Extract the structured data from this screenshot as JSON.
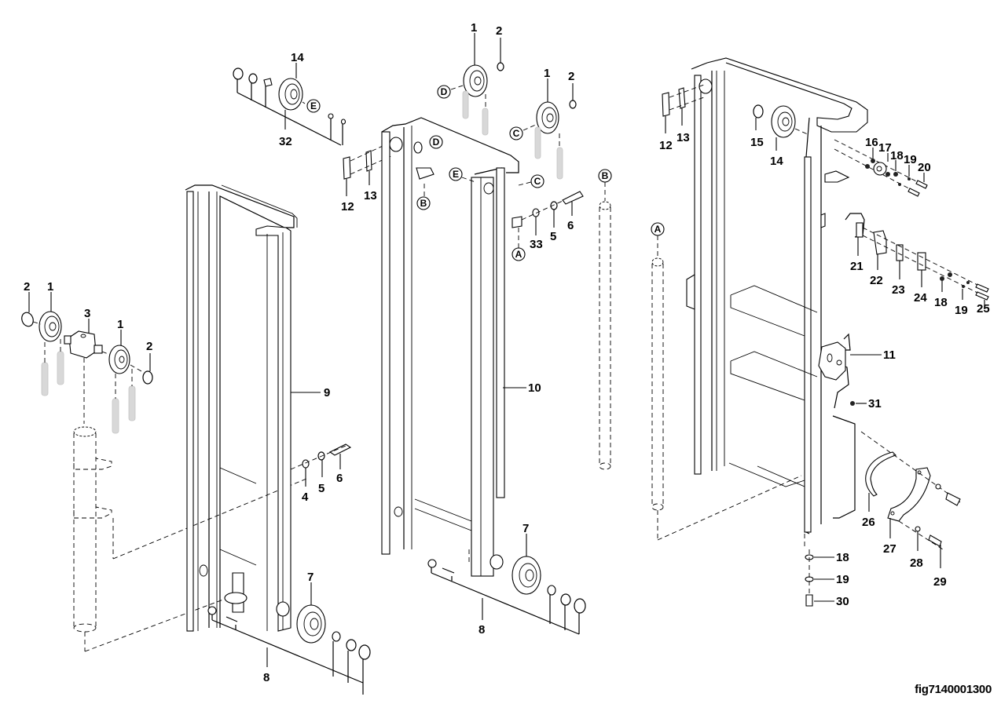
{
  "figure": {
    "id": "fig7140001300",
    "type": "exploded parts diagram",
    "subject": "mast assembly"
  },
  "callouts": [
    "1",
    "2",
    "3",
    "4",
    "5",
    "6",
    "7",
    "8",
    "9",
    "10",
    "11",
    "12",
    "13",
    "14",
    "15",
    "16",
    "17",
    "18",
    "19",
    "20",
    "21",
    "22",
    "23",
    "24",
    "25",
    "26",
    "27",
    "28",
    "29",
    "30",
    "31",
    "32",
    "33"
  ],
  "reference_letters": [
    "A",
    "B",
    "C",
    "D",
    "E"
  ],
  "labels": {
    "p1": "1",
    "p2": "2",
    "p3": "3",
    "p4": "4",
    "p5": "5",
    "p6": "6",
    "p7": "7",
    "p8": "8",
    "p9": "9",
    "p10": "10",
    "p11": "11",
    "p12": "12",
    "p13": "13",
    "p14": "14",
    "p15": "15",
    "p16": "16",
    "p17": "17",
    "p18": "18",
    "p19": "19",
    "p20": "20",
    "p21": "21",
    "p22": "22",
    "p23": "23",
    "p24": "24",
    "p25": "25",
    "p26": "26",
    "p27": "27",
    "p28": "28",
    "p29": "29",
    "p30": "30",
    "p31": "31",
    "p32": "32",
    "p33": "33",
    "A": "A",
    "B": "B",
    "C": "C",
    "D": "D",
    "E": "E"
  }
}
